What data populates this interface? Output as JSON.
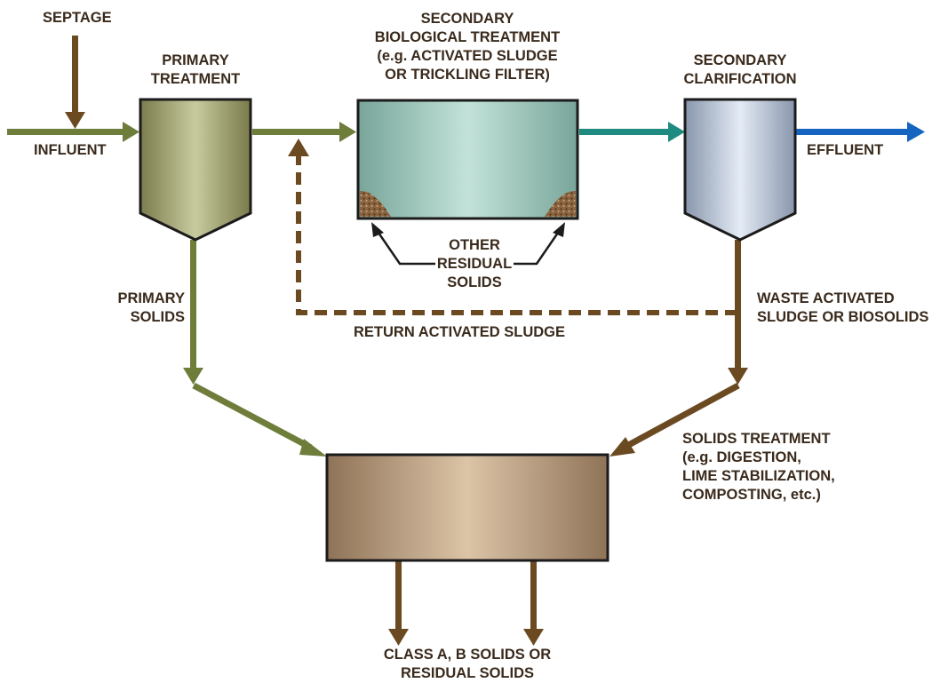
{
  "labels": {
    "septage": "SEPTAGE",
    "primary_treatment": "PRIMARY\nTREATMENT",
    "secondary_bio": "SECONDARY\nBIOLOGICAL TREATMENT\n(e.g. ACTIVATED SLUDGE\nOR TRICKLING FILTER)",
    "secondary_clar": "SECONDARY\nCLARIFICATION",
    "influent": "INFLUENT",
    "effluent": "EFFLUENT",
    "other_residual": "OTHER\nRESIDUAL\nSOLIDS",
    "primary_solids": "PRIMARY\nSOLIDS",
    "waste_activated": "WASTE ACTIVATED\nSLUDGE OR BIOSOLIDS",
    "return_activated": "RETURN ACTIVATED SLUDGE",
    "solids_treatment": "SOLIDS TREATMENT\n(e.g. DIGESTION,\nLIME STABILIZATION,\nCOMPOSTING, etc.)",
    "class_solids": "CLASS A, B SOLIDS OR\nRESIDUAL SOLIDS"
  },
  "colors": {
    "liquid_flow": "#6e7d3a",
    "solids_flow": "#6b4a22",
    "clarified_flow": "#1f8a80",
    "effluent_flow": "#1565c0",
    "text": "#3a2a1c"
  }
}
